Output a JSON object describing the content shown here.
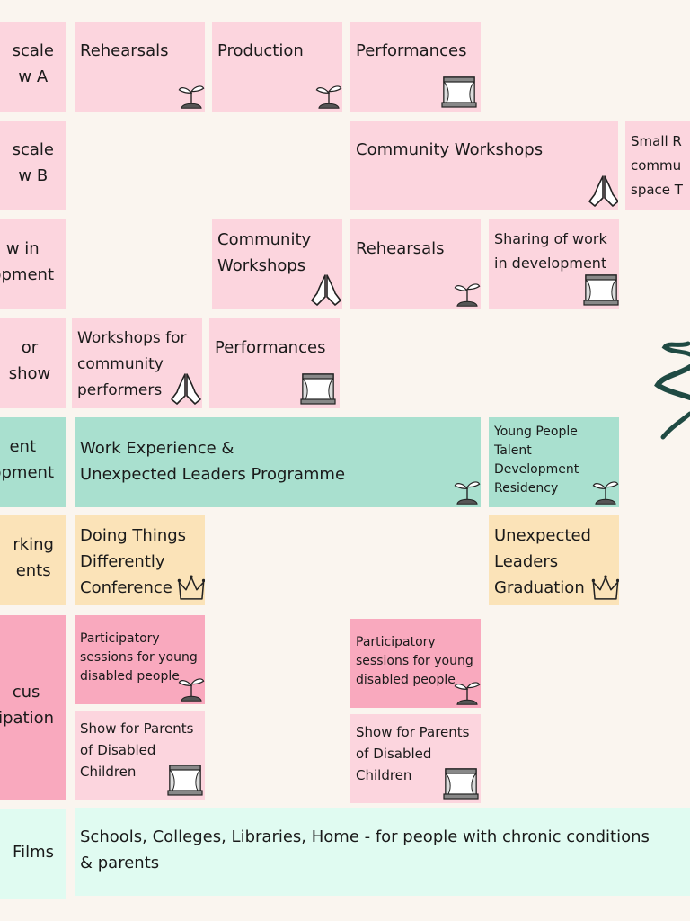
{
  "rows": [
    {
      "label": "scale\nw A"
    },
    {
      "label": "scale\nw B"
    },
    {
      "label": "w in\nopment"
    },
    {
      "label": "or show"
    },
    {
      "label": "ent\nopment"
    },
    {
      "label": "rking\nents"
    },
    {
      "label": "cus\nipation"
    },
    {
      "label": "Films"
    }
  ],
  "cards": {
    "a_rehearsals": "Rehearsals",
    "a_production": "Production",
    "a_performances": "Performances",
    "b_community_workshops": "Community Workshops",
    "b_small_r": "Small R\ncommu\nspace T",
    "c_community_workshops": "Community\nWorkshops",
    "c_rehearsals": "Rehearsals",
    "c_sharing": "Sharing of work\nin development",
    "d_workshops": "Workshops for\ncommunity\nperformers",
    "d_performances": "Performances",
    "e_work_experience": "Work Experience &\nUnexpected Leaders Programme",
    "e_young_people": "Young People\nTalent\nDevelopment\nResidency",
    "f_doing_things": "Doing Things\nDifferently\nConference",
    "f_unexpected": "Unexpected\nLeaders\nGraduation",
    "g_participatory_1": "Participatory\nsessions for young\ndisabled people",
    "g_show_parents_1": "Show for Parents\nof Disabled\nChildren",
    "g_participatory_2": "Participatory\nsessions for young\ndisabled people",
    "g_show_parents_2": "Show for Parents\nof Disabled\nChildren",
    "h_schools": "Schools, Colleges, Libraries, Home - for people with chronic conditions\n& parents"
  },
  "icons": {
    "sprout": "sprout-icon",
    "stage": "theatre-stage-icon",
    "hands": "praying-hands-icon",
    "crown": "crown-icon"
  },
  "colors": {
    "pink": "#fcd5de",
    "teal": "#a9e0cf",
    "peach": "#fbe3b8",
    "rose": "#f9a9be",
    "mint": "#e0fbf1",
    "background": "#faf5ef",
    "decor": "#1f4a43"
  }
}
